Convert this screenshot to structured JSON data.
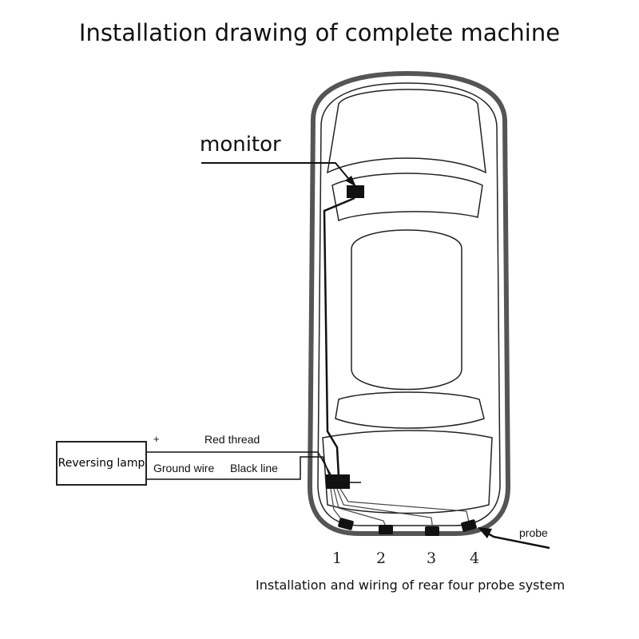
{
  "title": "Installation drawing of complete machine",
  "labels": {
    "monitor": "monitor",
    "probe": "probe",
    "reversing_lamp": "Reversing lamp",
    "plus": "+",
    "red_thread": "Red thread",
    "ground_wire": "Ground wire",
    "black_line": "Black line"
  },
  "probe_numbers": [
    "1",
    "2",
    "3",
    "4"
  ],
  "caption": "Installation and wiring of rear four probe system"
}
